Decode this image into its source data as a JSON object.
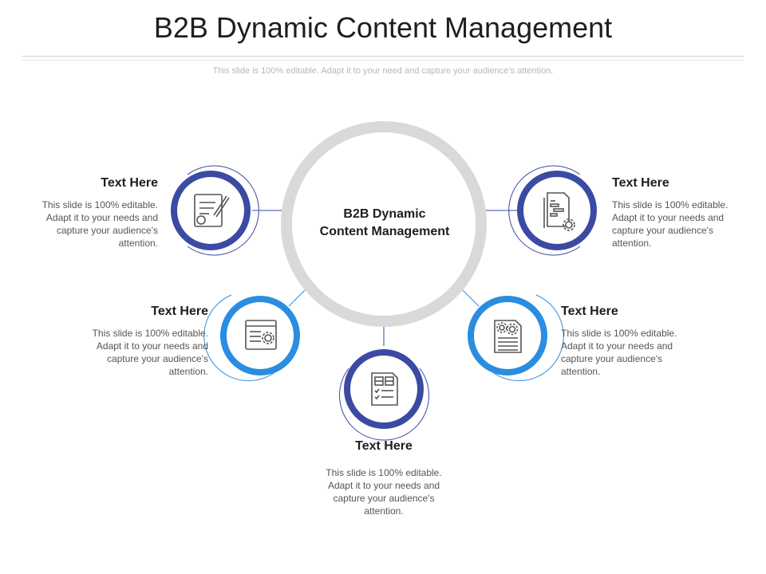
{
  "slide": {
    "title": "B2B Dynamic Content Management",
    "subtitle": "This slide is 100% editable. Adapt it to your need and capture your audience’s attention."
  },
  "hub": {
    "label_line1": "B2B Dynamic",
    "label_line2": "Content Management"
  },
  "colors": {
    "navy": "#3b4aa2",
    "blue": "#2a8de0",
    "hub_ring": "#d9d9d9",
    "icon": "#555555"
  },
  "items": [
    {
      "heading": "Text Here",
      "body": "This slide is 100% editable. Adapt it to your needs and capture your audience's attention.",
      "icon": "contract-pen-icon"
    },
    {
      "heading": "Text Here",
      "body": "This slide is 100% editable. Adapt it to your needs and capture your audience's attention.",
      "icon": "browser-gear-icon"
    },
    {
      "heading": "Text Here",
      "body": "This slide is 100% editable. Adapt it to your needs and capture your audience's attention.",
      "icon": "checklist-document-icon"
    },
    {
      "heading": "Text Here",
      "body": "This slide is 100% editable. Adapt it to your needs and capture your audience's attention.",
      "icon": "document-gears-icon"
    },
    {
      "heading": "Text Here",
      "body": "This slide is 100% editable. Adapt it to your needs and capture your audience's attention.",
      "icon": "document-chart-gear-icon"
    }
  ]
}
